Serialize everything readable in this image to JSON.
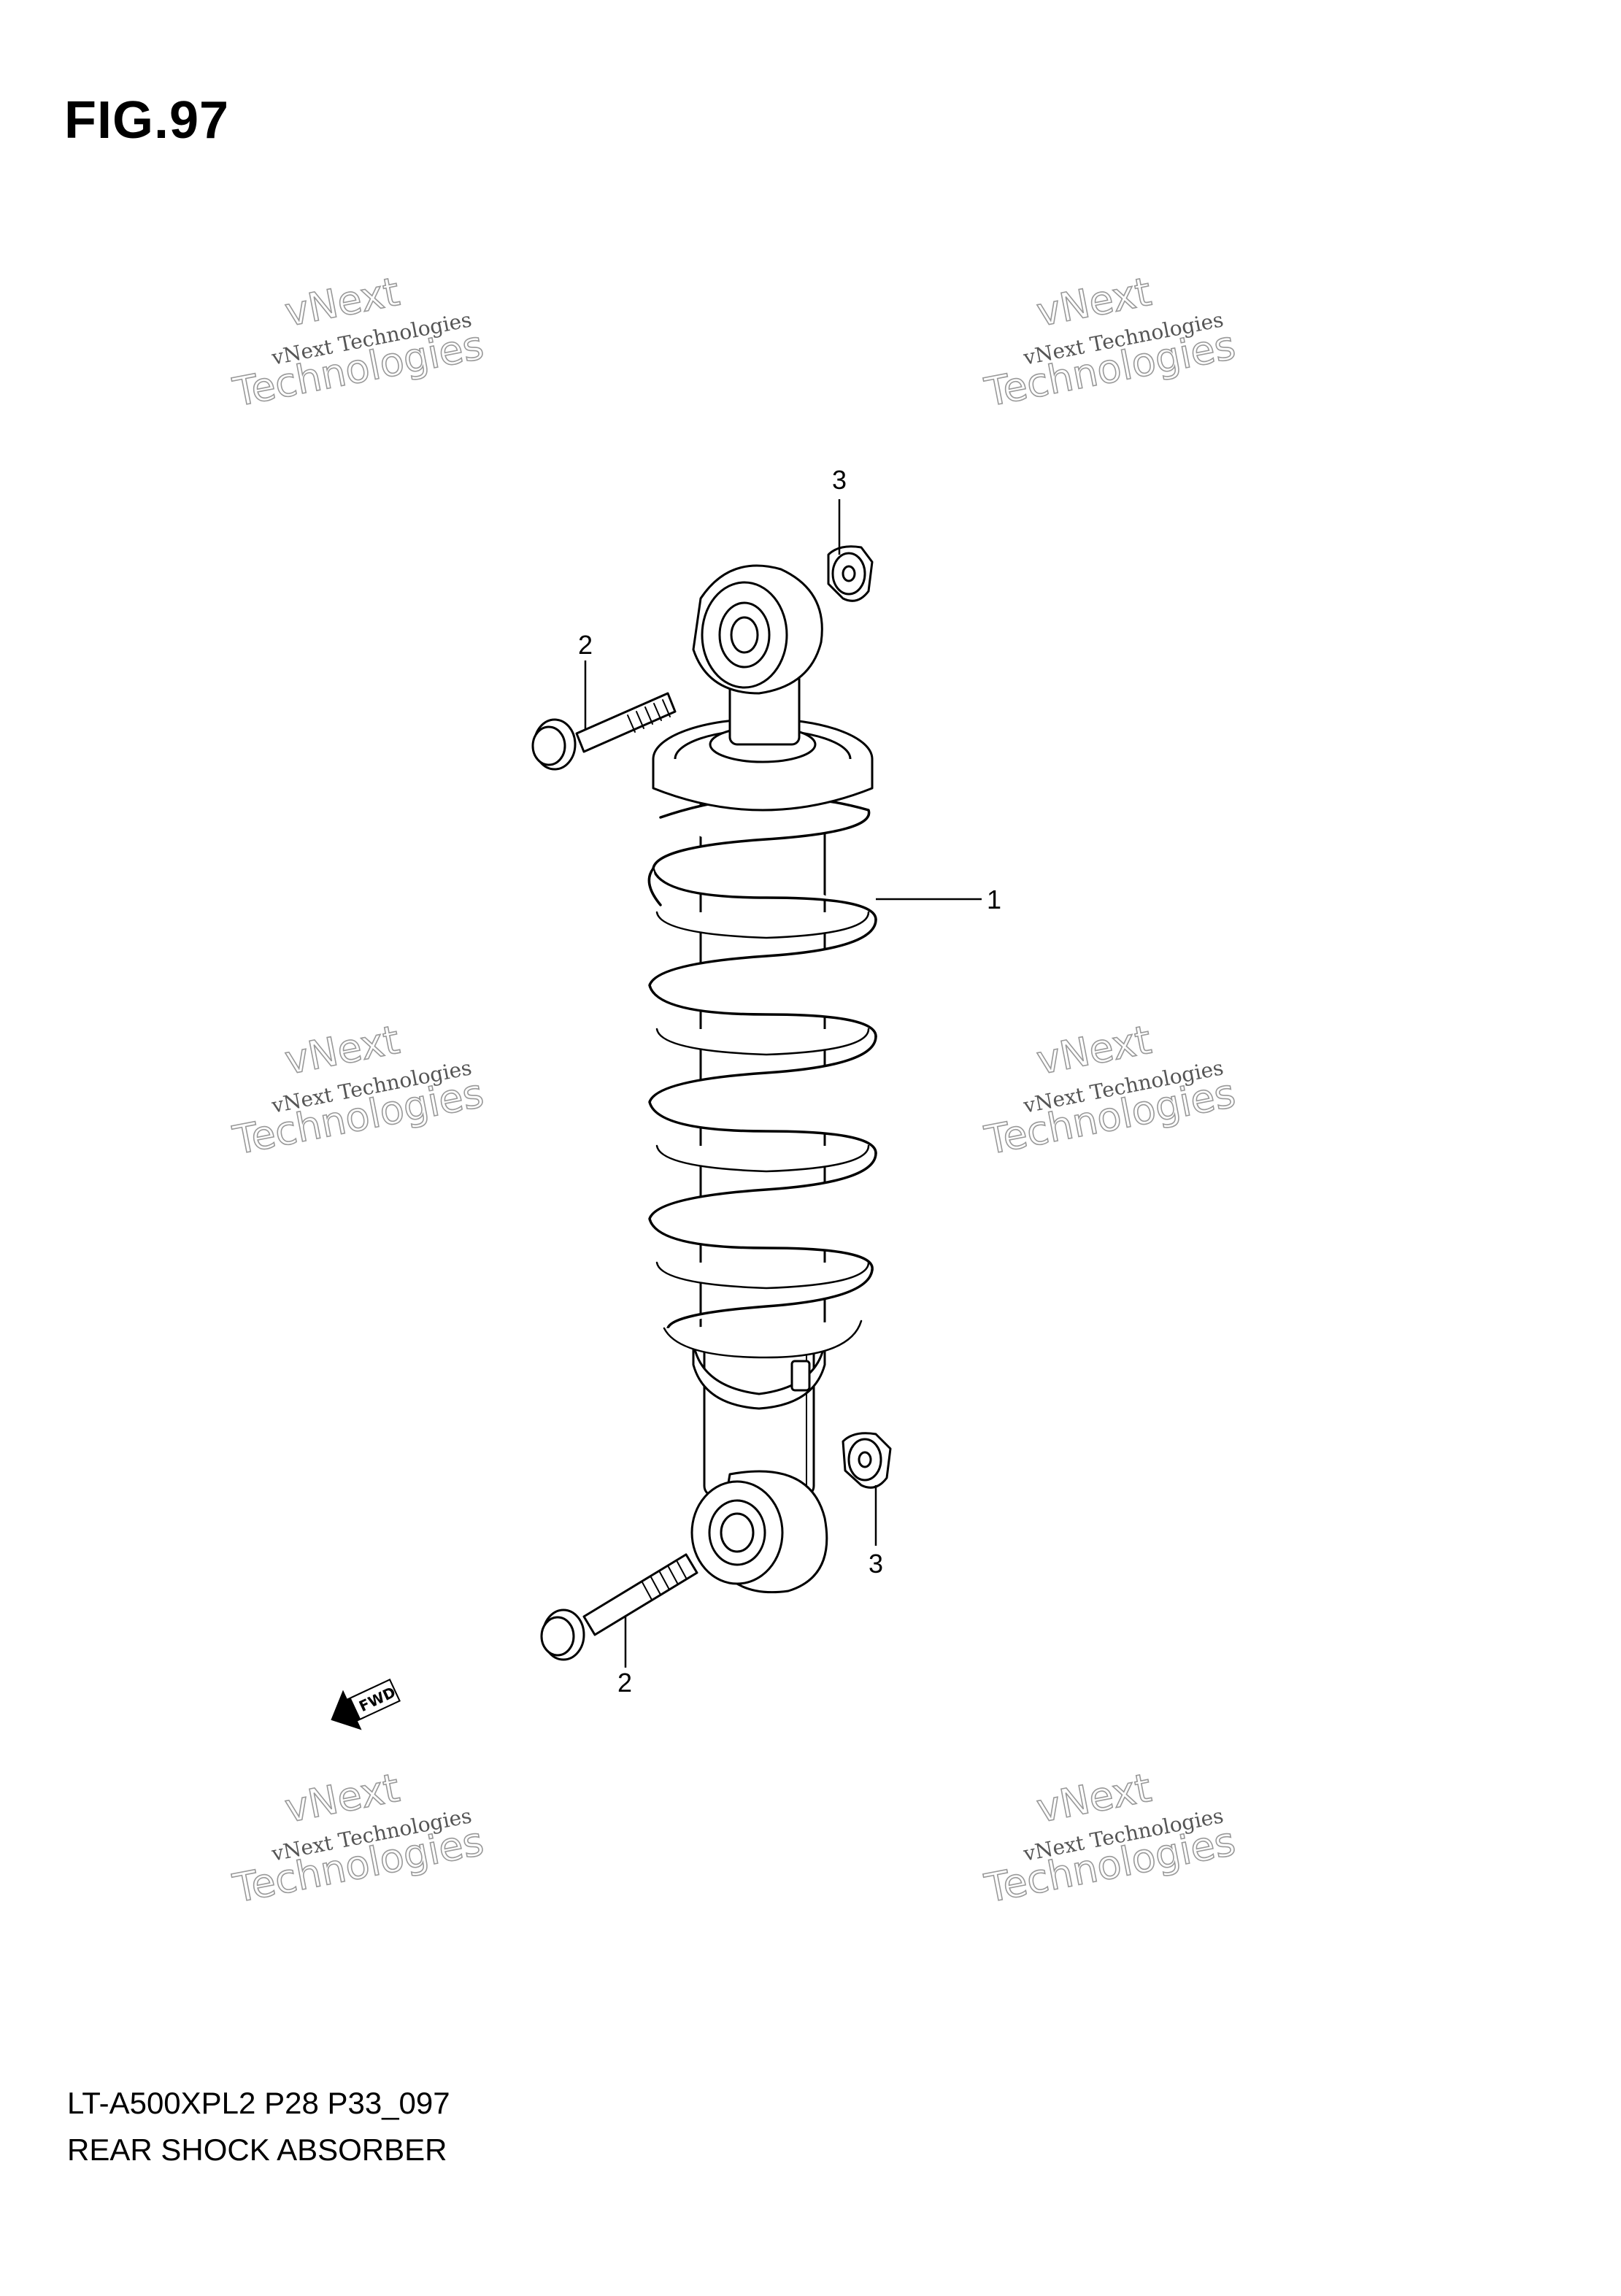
{
  "figure": {
    "title": "FIG.97"
  },
  "footer": {
    "model_code": "LT-A500XPL2 P28 P33_097",
    "part_name": "REAR SHOCK ABSORBER"
  },
  "callouts": [
    {
      "number": "1",
      "part": "shock-absorber"
    },
    {
      "number": "2",
      "part": "upper-bolt"
    },
    {
      "number": "3",
      "part": "upper-nut"
    },
    {
      "number": "3",
      "part": "lower-nut"
    },
    {
      "number": "2",
      "part": "lower-bolt"
    }
  ],
  "direction_badge": {
    "label": "FWD"
  },
  "watermark": {
    "line_small": "vNext Technologies",
    "line_big_1": "vNext",
    "line_big_2": "Technologies"
  }
}
